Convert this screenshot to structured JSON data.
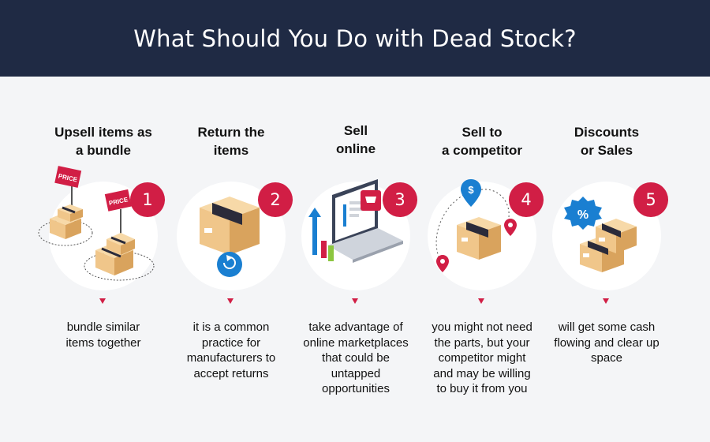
{
  "header": {
    "title": "What Should You Do with Dead Stock?"
  },
  "steps": [
    {
      "number": "1",
      "title": "Upsell items as\na bundle",
      "description": "bundle similar\nitems together",
      "price_label": "PRICE"
    },
    {
      "number": "2",
      "title": "Return the\nitems",
      "description": "it is a common\npractice for\nmanufacturers to\naccept returns"
    },
    {
      "number": "3",
      "title": "Sell\nonline",
      "description": "take advantage of\nonline marketplaces\nthat could be\nuntapped\nopportunities"
    },
    {
      "number": "4",
      "title": "Sell to\na competitor",
      "description": "you might not need\nthe parts, but your\ncompetitor might\nand may be willing\nto buy it from you",
      "currency_symbol": "$"
    },
    {
      "number": "5",
      "title": "Discounts\nor Sales",
      "description": "will get some cash\nflowing and clear up\nspace",
      "percent_symbol": "%"
    }
  ],
  "colors": {
    "header_bg": "#1f2a44",
    "accent_red": "#d11e45",
    "box": "#f0c68a",
    "box_dark": "#d9a35d",
    "tape": "#2b2b3a",
    "blue": "#1a7fd1",
    "green": "#8cc63f"
  }
}
